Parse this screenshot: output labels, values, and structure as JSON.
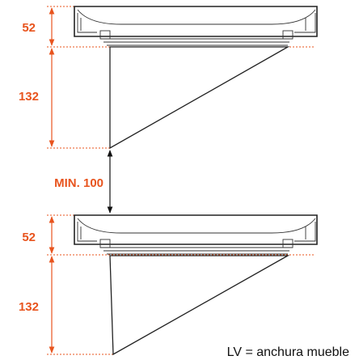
{
  "colors": {
    "accent": "#e8541e",
    "outline": "#222222",
    "background": "#ffffff"
  },
  "dimensions": {
    "top_unit_height": "52",
    "top_support_height": "132",
    "min_gap": "MIN. 100",
    "bottom_unit_height": "52",
    "bottom_support_height": "132"
  },
  "note": "LV = anchura mueble"
}
